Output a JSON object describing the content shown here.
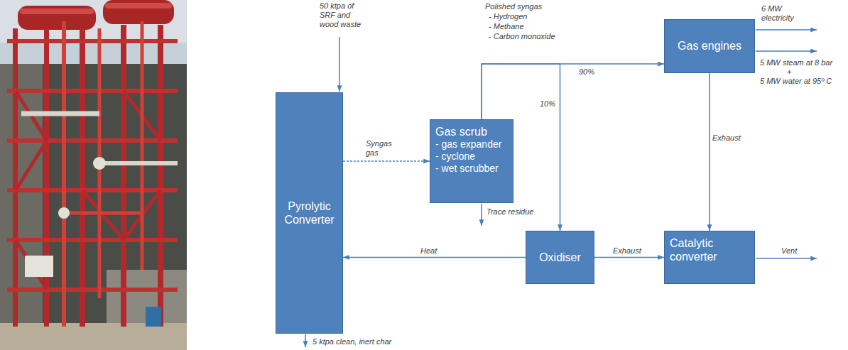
{
  "diagram": {
    "nodes": [
      {
        "text": [
          "Pyrolytic Converter"
        ]
      },
      {
        "text": [
          "Gas scrub",
          "- gas expander",
          "- cyclone",
          "- wet scrubber"
        ]
      },
      {
        "text": [
          "Gas engines"
        ]
      },
      {
        "text": [
          "Oxidiser"
        ]
      },
      {
        "text": [
          "Catalytic converter"
        ]
      }
    ],
    "edges": [
      {
        "from": 0,
        "to": 1,
        "arrow": "to",
        "label": "Syngas gas"
      },
      {
        "from": 1,
        "to": 2,
        "arrow": "to",
        "label": "90%"
      },
      {
        "from": 1,
        "to": 3,
        "arrow": "to",
        "label": "10%"
      },
      {
        "from": 3,
        "to": 0,
        "arrow": "to",
        "label": "Heat"
      },
      {
        "from": 2,
        "to": 4,
        "arrow": "to",
        "label": "Exhaust"
      },
      {
        "from": 3,
        "to": 4,
        "arrow": "to",
        "label": "Exhaust"
      }
    ],
    "labels": [
      "50 ktpa of SRF and wood waste",
      "Polished syngas",
      "- Hydrogen",
      "- Methane",
      "- Carbon monoxide",
      "Trace residue",
      "6 MW electricity",
      "5 MW steam at 8 bar",
      "+",
      "5 MW water at 95º C",
      "Vent",
      "5 ktpa clean, inert char"
    ]
  }
}
